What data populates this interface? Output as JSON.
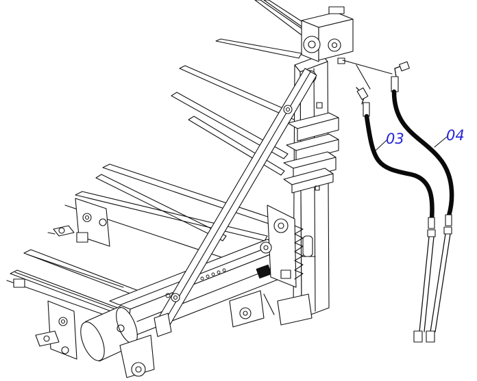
{
  "callouts": [
    {
      "label": "03",
      "part": "hydraulic-hose"
    },
    {
      "label": "04",
      "part": "hydraulic-hose"
    }
  ],
  "colors": {
    "line": "#111111",
    "hose": "#0a0a0a",
    "callout": "#2323d8",
    "background": "#ffffff"
  }
}
